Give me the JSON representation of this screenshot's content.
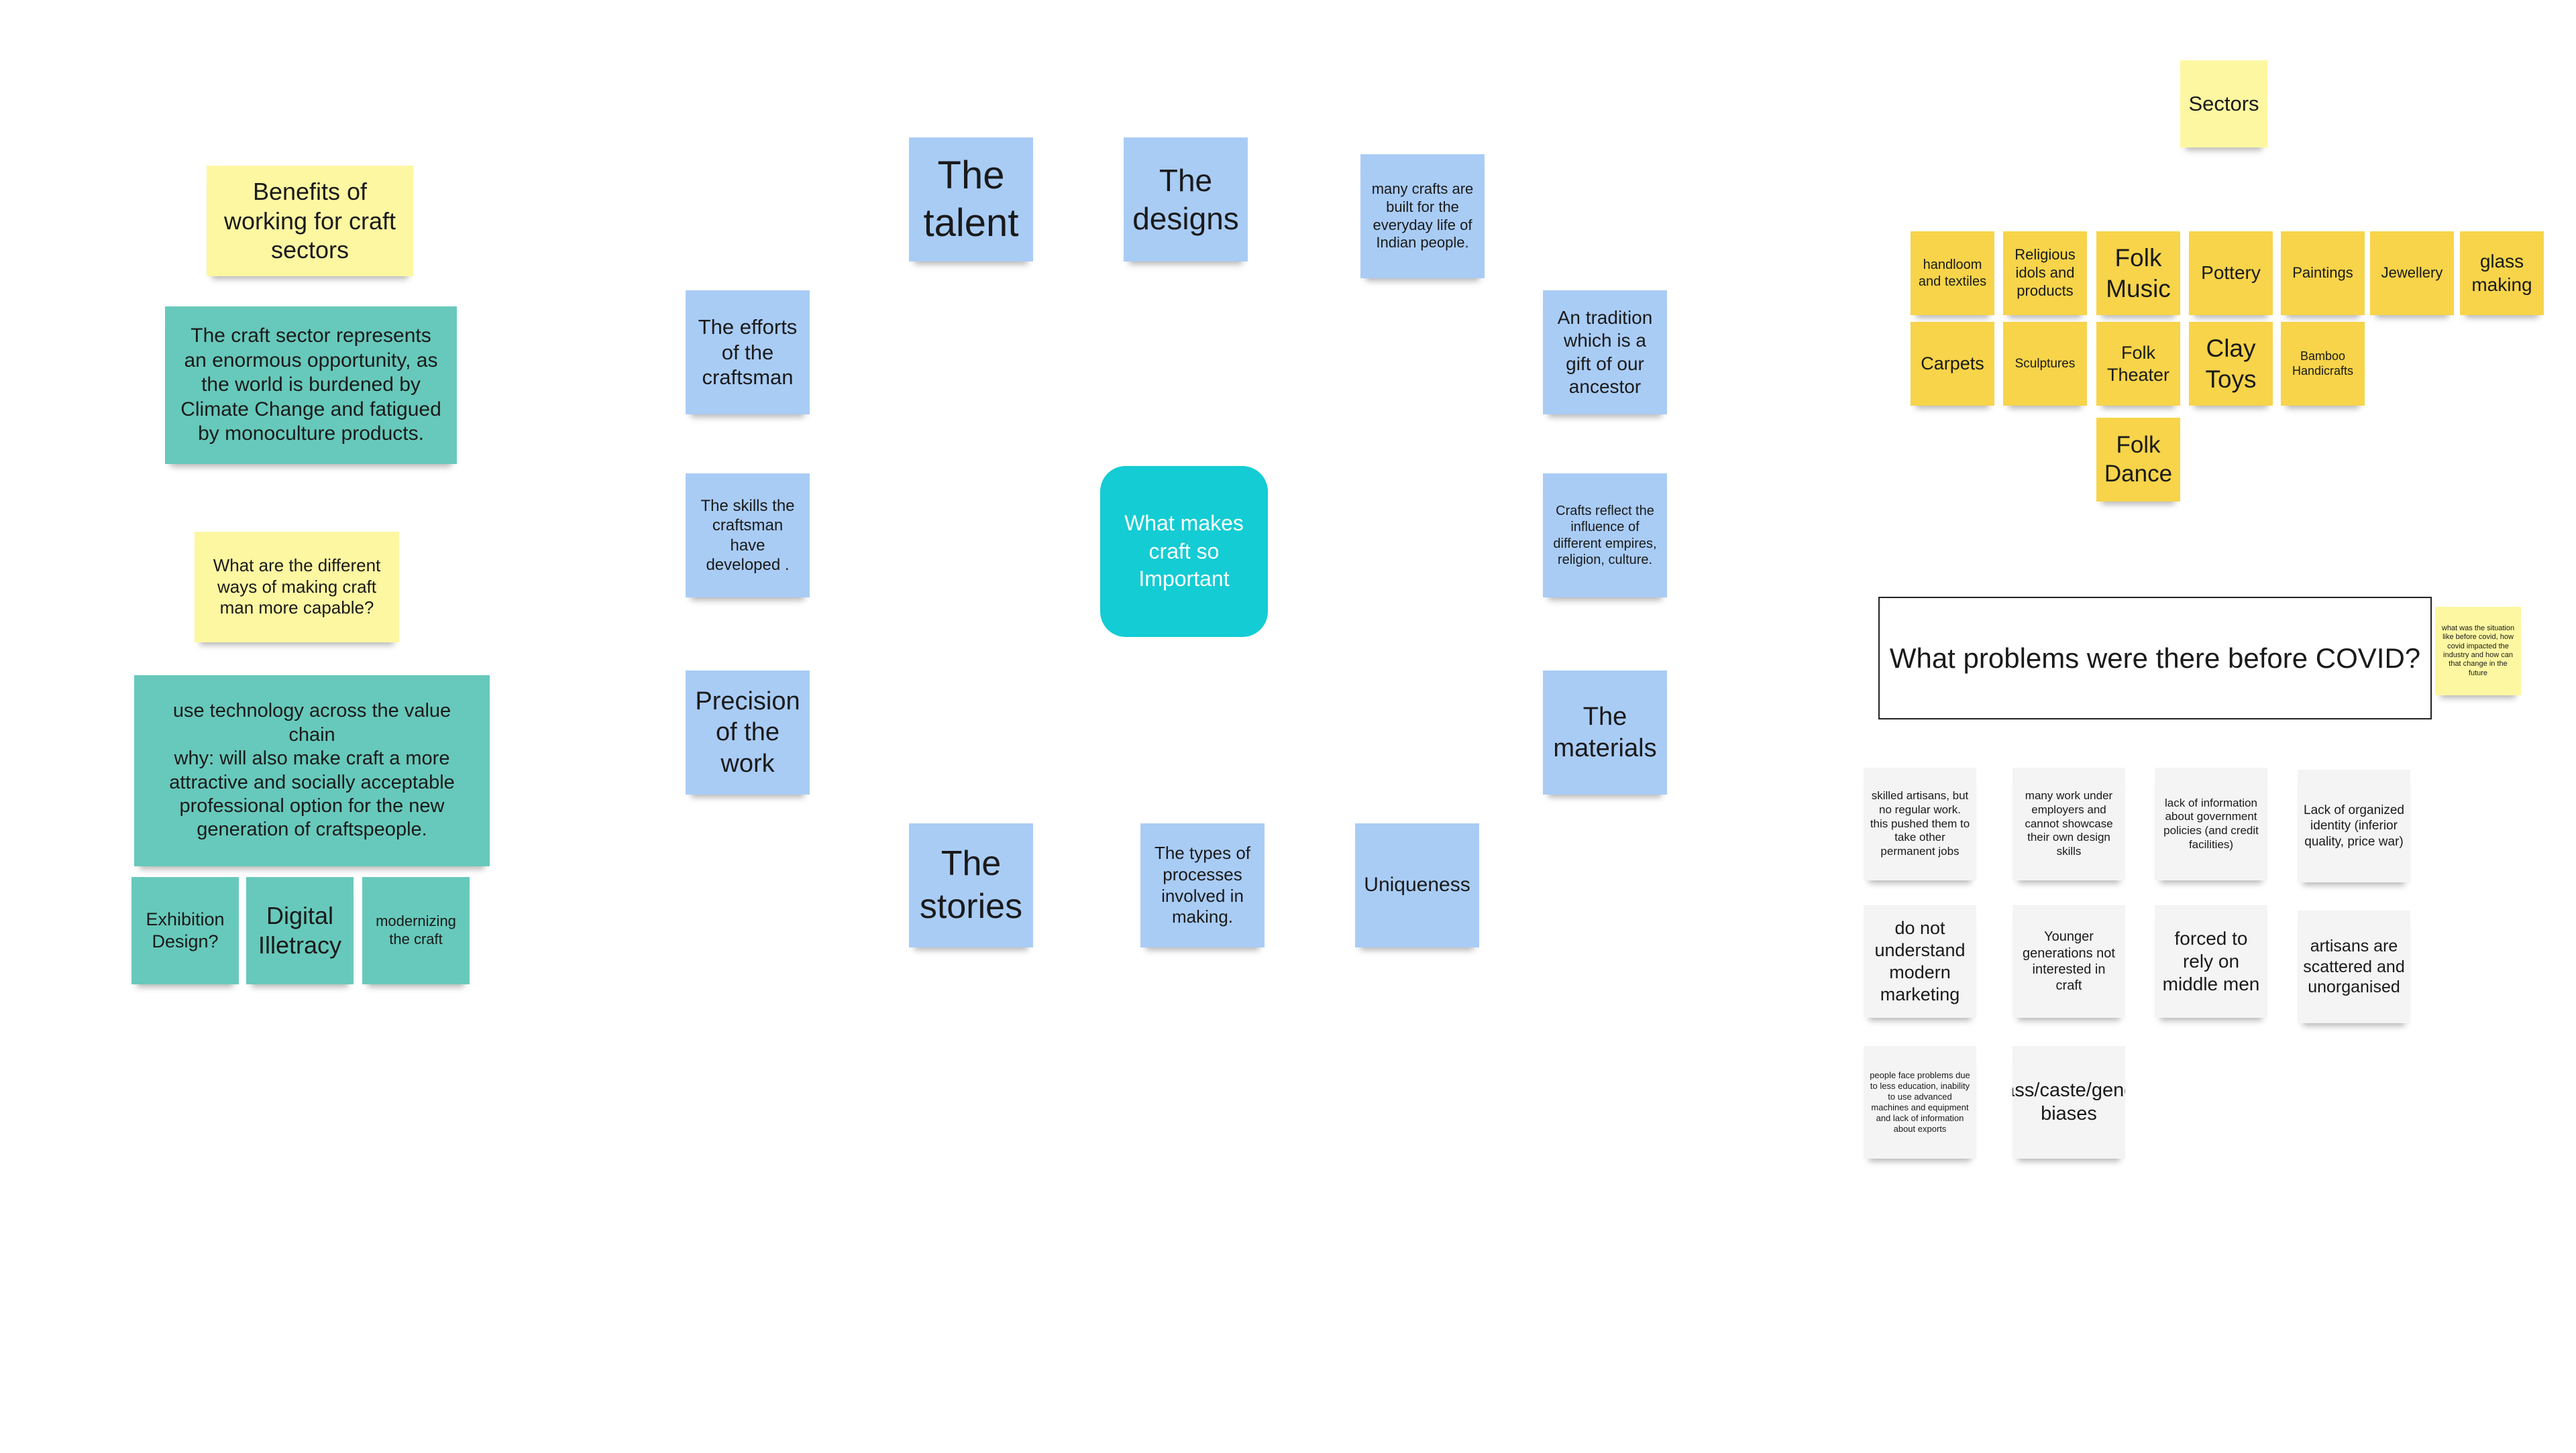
{
  "center": {
    "label": "What makes craft so Important"
  },
  "importance_notes": [
    {
      "key": "talent",
      "text": "The talent"
    },
    {
      "key": "designs",
      "text": "The designs"
    },
    {
      "key": "everyday",
      "text": "many crafts are built for the everyday life of Indian people."
    },
    {
      "key": "efforts",
      "text": "The efforts of the craftsman"
    },
    {
      "key": "tradition",
      "text": "An tradition which is a gift of our ancestor"
    },
    {
      "key": "skills",
      "text": "The skills the craftsman have developed ."
    },
    {
      "key": "influence",
      "text": "Crafts reflect the influence of different empires, religion, culture."
    },
    {
      "key": "precision",
      "text": "Precision of the work"
    },
    {
      "key": "materials",
      "text": "The materials"
    },
    {
      "key": "stories",
      "text": "The stories"
    },
    {
      "key": "processes",
      "text": "The types of processes involved in making."
    },
    {
      "key": "uniqueness",
      "text": "Uniqueness"
    }
  ],
  "benefits": {
    "title": "Benefits of working for craft sectors",
    "opportunity": "The craft sector represents an enormous opportunity, as the world is burdened by Climate Change and fatigued by monoculture products.",
    "question": "What are the different ways of making craft man more capable?",
    "technology": "use technology across the value chain\nwhy: will also make craft a more attractive and socially acceptable professional option for the new generation of craftspeople.",
    "exhibition": "Exhibition Design?",
    "digital": "Digital Illetracy",
    "modernizing": "modernizing the craft"
  },
  "sectors": {
    "title": "Sectors",
    "items": [
      "handloom and textiles",
      "Religious idols and products",
      "Folk Music",
      "Pottery",
      "Paintings",
      "Jewellery",
      "glass making",
      "Carpets",
      "Sculptures",
      "Folk Theater",
      "Clay Toys",
      "Bamboo Handicrafts",
      "Folk Dance"
    ]
  },
  "problems": {
    "title": "What problems were there before COVID?",
    "side_note": "what was the situation like before covid, how covid impacted the industry and how can that change in the future",
    "items": [
      "skilled artisans, but no regular work. this pushed them to take other permanent jobs",
      "many work under employers and cannot showcase their own design skills",
      "lack of information about government policies (and credit facilities)",
      "Lack of organized identity (inferior quality, price war)",
      "do not understand modern marketing",
      "Younger generations not interested in craft",
      "forced to rely on middle men",
      "artisans are scattered and unorganised",
      "people face problems due to less education, inability to use advanced machines and equipment and lack of information about exports",
      "Class/caste/gender biases"
    ]
  }
}
